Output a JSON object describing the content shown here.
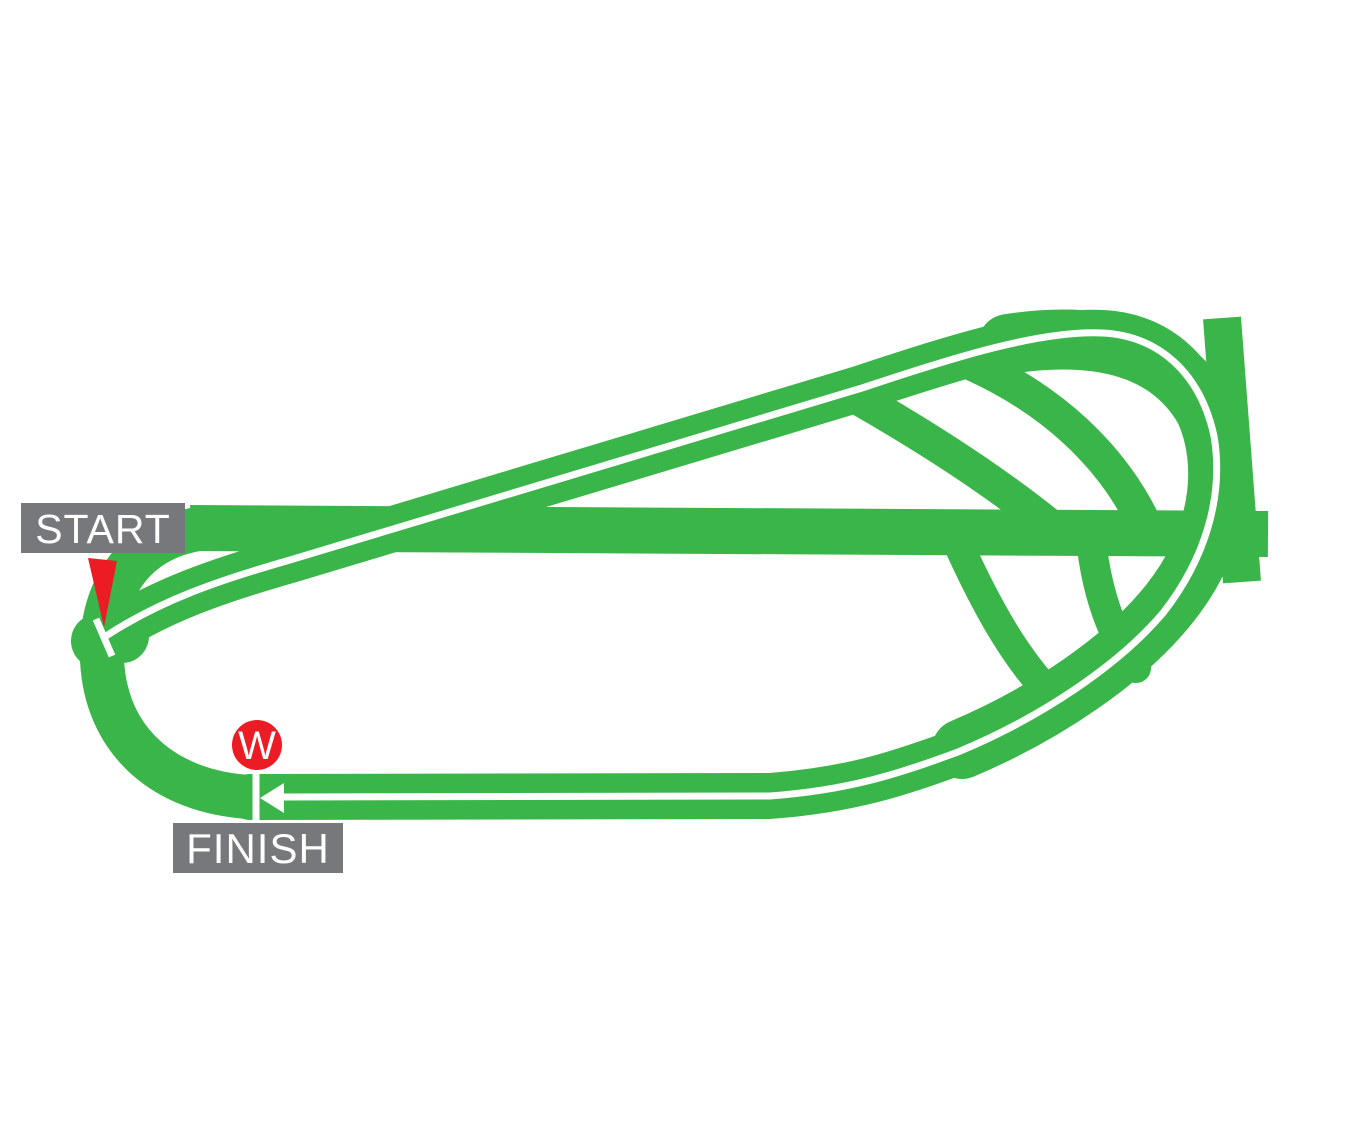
{
  "course_map": {
    "type": "racecourse-track-diagram",
    "labels": {
      "start": "START",
      "finish": "FINISH",
      "winning_post": "W"
    },
    "direction_arrow": "points-left",
    "colors": {
      "track": "#3AB54A",
      "route_line": "#FFFFFF",
      "marker": "#EC1C24",
      "label_bg": "#77787B",
      "label_text": "#FFFFFF"
    }
  }
}
